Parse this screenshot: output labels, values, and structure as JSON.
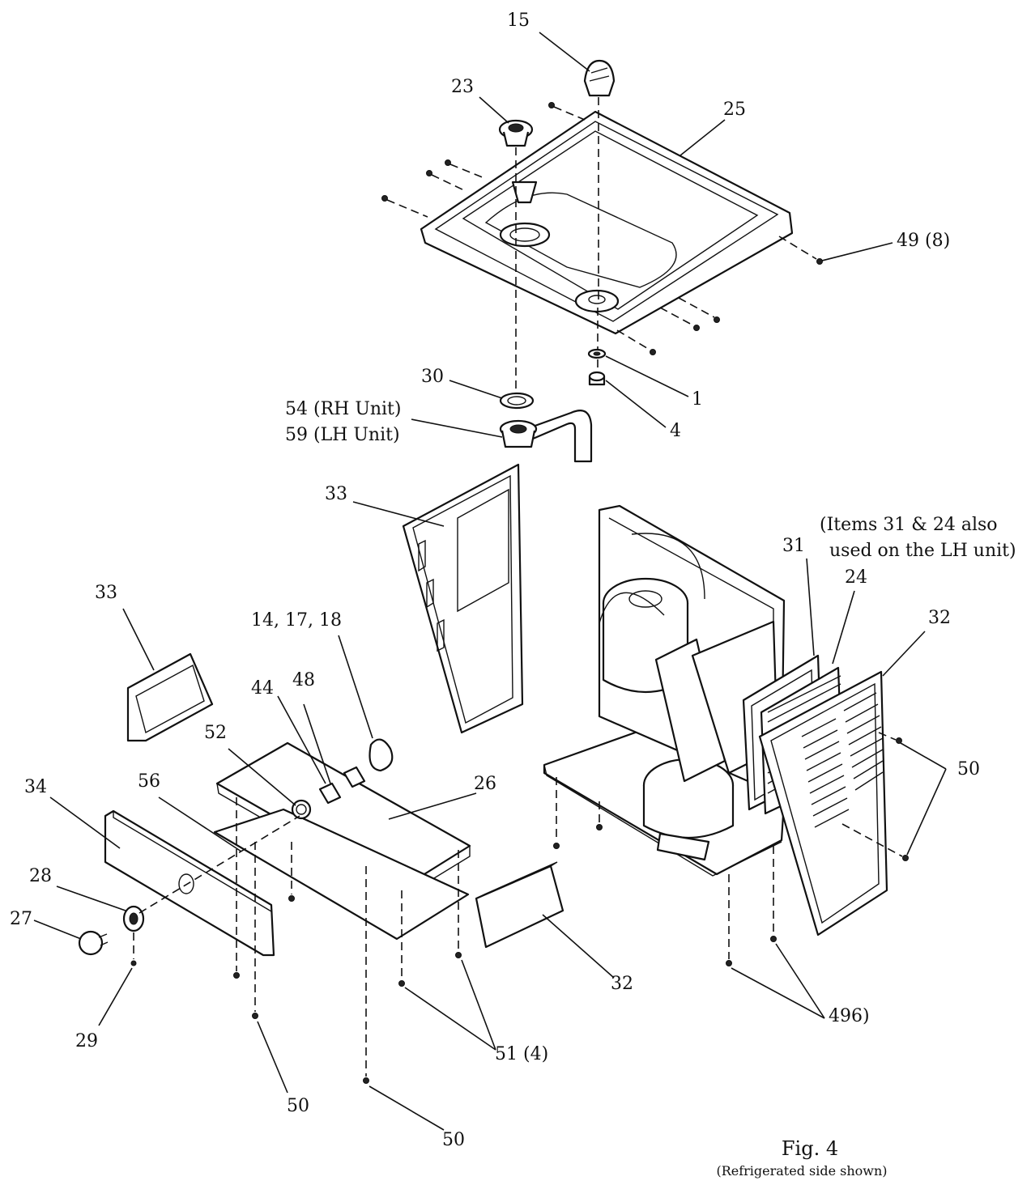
{
  "figure": {
    "title": "Fig. 4",
    "subtitle": "(Refrigerated side shown)"
  },
  "callouts": {
    "c15": "15",
    "c23": "23",
    "c25": "25",
    "c49_8": "49 (8)",
    "c30": "30",
    "c1": "1",
    "c4": "4",
    "c54": "54 (RH Unit)",
    "c59": "59 (LH Unit)",
    "c33_top": "33",
    "c33_left": "33",
    "c31": "31",
    "note_line1": "(Items 31 & 24 also",
    "note_line2": "used on the LH unit)",
    "c24": "24",
    "c32_right": "32",
    "c14_17_18": "14, 17, 18",
    "c44": "44",
    "c48": "48",
    "c52": "52",
    "c56": "56",
    "c26": "26",
    "c34": "34",
    "c50_right": "50",
    "c28": "28",
    "c27": "27",
    "c29": "29",
    "c32_bottom": "32",
    "c496": "496)",
    "c51_4": "51 (4)",
    "c50_bottom1": "50",
    "c50_bottom2": "50"
  }
}
